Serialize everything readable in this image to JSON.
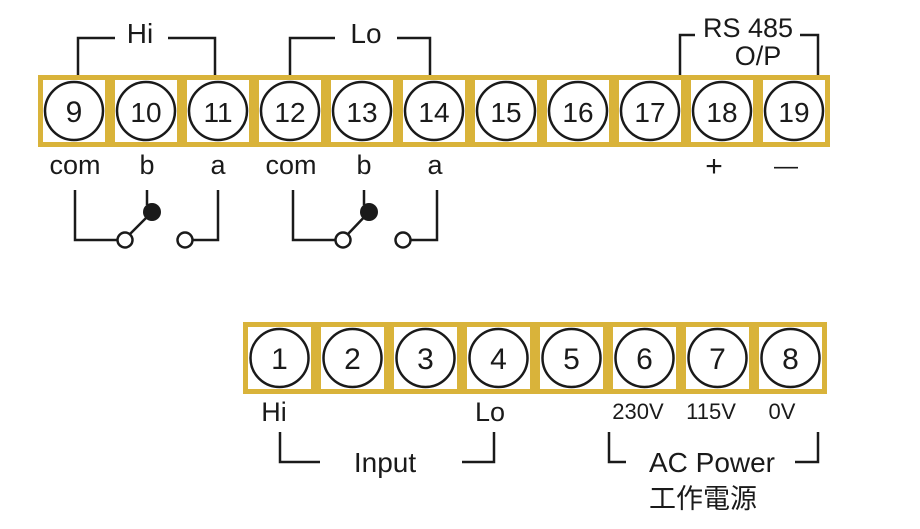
{
  "top_strip": {
    "terminals": [
      "9",
      "10",
      "11",
      "12",
      "13",
      "14",
      "15",
      "16",
      "17",
      "18",
      "19"
    ],
    "hi_relay": {
      "group_label": "Hi",
      "pin_labels": [
        "com",
        "b",
        "a"
      ]
    },
    "lo_relay": {
      "group_label": "Lo",
      "pin_labels": [
        "com",
        "b",
        "a"
      ]
    },
    "rs485": {
      "label_line1": "RS 485",
      "label_line2": "O/P",
      "plus": "+",
      "minus": "—"
    }
  },
  "bottom_strip": {
    "terminals": [
      "1",
      "2",
      "3",
      "4",
      "5",
      "6",
      "7",
      "8"
    ],
    "input": {
      "hi_label": "Hi",
      "lo_label": "Lo",
      "group_label": "Input"
    },
    "ac_power": {
      "v230": "230V",
      "v115": "115V",
      "v0": "0V",
      "group_label": "AC Power",
      "chinese_label": "工作電源"
    }
  },
  "colors": {
    "terminal_fill": "#d9b33a",
    "terminal_inner": "#ffffff",
    "line": "#1a1a1a"
  }
}
